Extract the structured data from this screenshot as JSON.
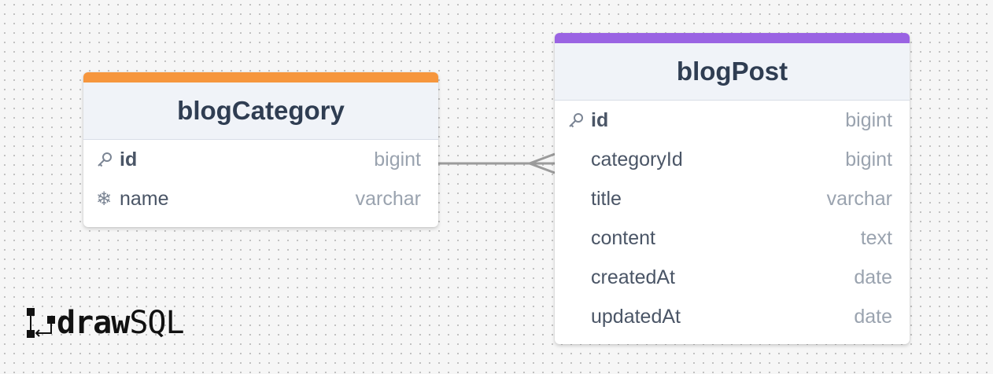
{
  "tables": [
    {
      "name": "blogCategory",
      "color": "#f6963d",
      "columns": [
        {
          "name": "id",
          "type": "bigint",
          "icon": "key-icon",
          "primary": true
        },
        {
          "name": "name",
          "type": "varchar",
          "icon": "snowflake-icon",
          "primary": false
        }
      ]
    },
    {
      "name": "blogPost",
      "color": "#9a63e3",
      "columns": [
        {
          "name": "id",
          "type": "bigint",
          "icon": "key-icon",
          "primary": true
        },
        {
          "name": "categoryId",
          "type": "bigint"
        },
        {
          "name": "title",
          "type": "varchar"
        },
        {
          "name": "content",
          "type": "text"
        },
        {
          "name": "createdAt",
          "type": "date"
        },
        {
          "name": "updatedAt",
          "type": "date"
        }
      ]
    }
  ],
  "relationship": {
    "from": "blogCategory.id",
    "to": "blogPost.categoryId",
    "cardinality": "one-to-many"
  },
  "logo": {
    "part1": "draw",
    "part2": "SQL"
  }
}
